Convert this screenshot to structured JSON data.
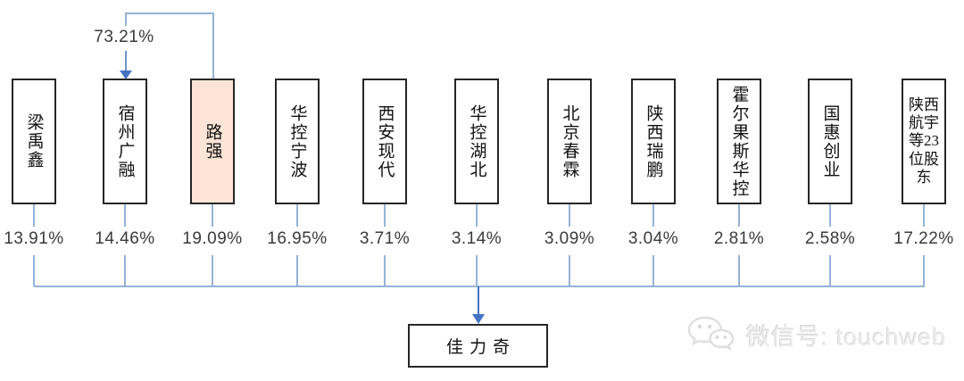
{
  "diagram": {
    "kind": "ownership-structure",
    "company": {
      "name": "佳力奇"
    },
    "shareholders": [
      {
        "name": "梁禹鑫",
        "percent": "13.91%",
        "highlighted": false
      },
      {
        "name": "宿州广融",
        "percent": "14.46%",
        "highlighted": false
      },
      {
        "name": "路强",
        "percent": "19.09%",
        "highlighted": true
      },
      {
        "name": "华控宁波",
        "percent": "16.95%",
        "highlighted": false
      },
      {
        "name": "西安现代",
        "percent": "3.71%",
        "highlighted": false
      },
      {
        "name": "华控湖北",
        "percent": "3.14%",
        "highlighted": false
      },
      {
        "name": "北京春霖",
        "percent": "3.09%",
        "highlighted": false
      },
      {
        "name": "陕西瑞鹏",
        "percent": "3.04%",
        "highlighted": false
      },
      {
        "name": "霍尔果斯华控",
        "percent": "2.81%",
        "highlighted": false
      },
      {
        "name": "国惠创业",
        "percent": "2.58%",
        "highlighted": false
      },
      {
        "name": "陕西航宇等23位股东",
        "percent": "17.22%",
        "highlighted": false
      }
    ],
    "secondary_ownership": {
      "owner": "路强",
      "target": "宿州广融",
      "percent": "73.21%"
    }
  },
  "watermark": {
    "text": "微信号: touchweb",
    "icon": "wechat-icon"
  },
  "colors": {
    "connector": "#95b3d7",
    "arrow": "#4472c4",
    "highlight_fill": "#fce5d6",
    "box_border": "#262626",
    "text": "#3a3a3a",
    "watermark": "#ececec"
  }
}
